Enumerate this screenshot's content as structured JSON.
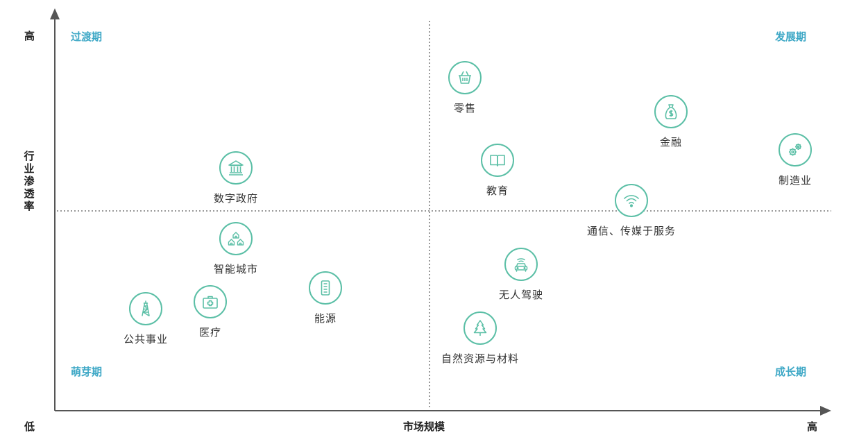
{
  "axes": {
    "y_high": "高",
    "y_low": "低",
    "y_label": "行业渗透率",
    "x_label": "市场规模",
    "x_high": "高"
  },
  "quadrants": {
    "top_left": "过渡期",
    "top_right": "发展期",
    "bottom_left": "萌芽期",
    "bottom_right": "成长期"
  },
  "accent_color": "#5bbfa6",
  "quadrant_label_color": "#3ea8c6",
  "items": [
    {
      "label": "零售",
      "icon": "basket-icon"
    },
    {
      "label": "金融",
      "icon": "money-bag-icon"
    },
    {
      "label": "制造业",
      "icon": "gears-icon"
    },
    {
      "label": "数字政府",
      "icon": "government-building-icon"
    },
    {
      "label": "教育",
      "icon": "book-icon"
    },
    {
      "label": "通信、传媒于服务",
      "icon": "wifi-icon"
    },
    {
      "label": "智能城市",
      "icon": "houses-icon"
    },
    {
      "label": "无人驾驶",
      "icon": "car-icon"
    },
    {
      "label": "能源",
      "icon": "battery-icon"
    },
    {
      "label": "医疗",
      "icon": "medical-kit-icon"
    },
    {
      "label": "公共事业",
      "icon": "power-tower-icon"
    },
    {
      "label": "自然资源与材料",
      "icon": "tree-icon"
    }
  ]
}
